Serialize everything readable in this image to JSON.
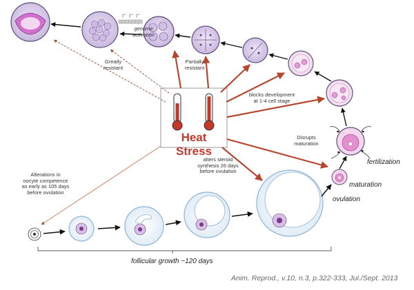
{
  "heat_stress": {
    "title": "Heat Stress",
    "color": "#c0392b"
  },
  "labels": {
    "genome_activation": "genome\nactivation",
    "greatly_resistant": "Greatly\nresistant",
    "partially_resistant": "Partially\nresistant",
    "blocks_development": "blocks development\nat 1-4 cell stage",
    "disrupts_maturation": "Disrupts\nmaturation",
    "alters_steroid": "alters steroid\nsynthesis 26 days\nbefore ovulation",
    "alterations_oocyte": "Alterations in\noocyte competence\nas early as 105 days\nbefore ovulation",
    "fertilization": "fertilization",
    "maturation": "maturation",
    "ovulation": "ovulation",
    "follicular_growth": "follicular growth  ~120 days"
  },
  "citation": "Anim. Reprod., v.10, n.3, p.322-333, Jul./Sept. 2013",
  "colors": {
    "arrow_red": "#b5472f",
    "cell_fill": "#d8c8ea",
    "cell_stroke": "#5b4f7a",
    "follicle_stroke": "#8fb3d6",
    "follicle_fill": "#e6f0f8",
    "oocyte_pink": "#e68fd0"
  }
}
